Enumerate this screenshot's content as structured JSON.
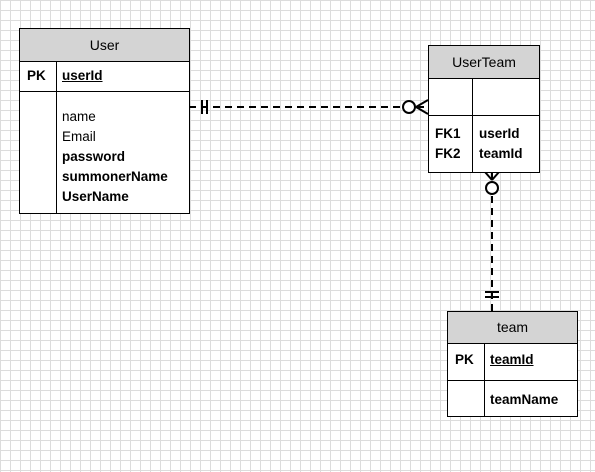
{
  "entities": {
    "user": {
      "title": "User",
      "pk_key": "PK",
      "pk_field": "userId",
      "attributes": [
        "name",
        "Email",
        "password",
        "summonerName",
        "UserName"
      ]
    },
    "userteam": {
      "title": "UserTeam",
      "fk1_key": "FK1",
      "fk2_key": "FK2",
      "fk1_field": "userId",
      "fk2_field": "teamId"
    },
    "team": {
      "title": "team",
      "pk_key": "PK",
      "pk_field": "teamId",
      "attribute": "teamName"
    }
  },
  "relationships": [
    {
      "from": "User",
      "to": "UserTeam",
      "from_cardinality": "one-and-only-one",
      "to_cardinality": "zero-or-many",
      "style": "dashed"
    },
    {
      "from": "team",
      "to": "UserTeam",
      "from_cardinality": "one-and-only-one",
      "to_cardinality": "zero-or-many",
      "style": "dashed"
    }
  ]
}
